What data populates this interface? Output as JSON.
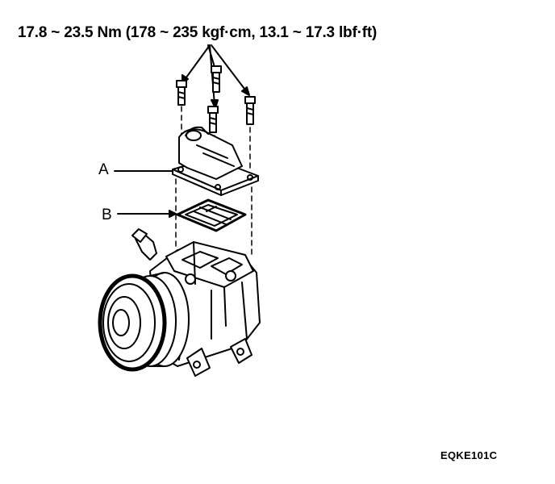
{
  "torque_spec": "17.8 ~ 23.5 Nm (178 ~ 235 kgf·cm, 13.1 ~ 17.3 lbf·ft)",
  "labels": {
    "a": "A",
    "b": "B"
  },
  "figure_code": "EQKE101C"
}
